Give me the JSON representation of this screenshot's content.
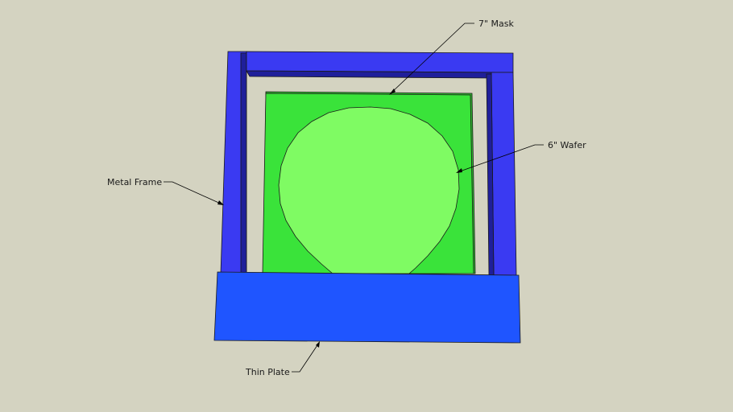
{
  "diagram": {
    "labels": {
      "mask": "7\" Mask",
      "wafer": "6\" Wafer",
      "frame": "Metal Frame",
      "plate": "Thin Plate"
    },
    "colors": {
      "background": "#d4d3c1",
      "frame_face": "#3a3af2",
      "frame_side": "#1f1f9a",
      "mask_face": "#3ae33a",
      "mask_edge": "#2fb82f",
      "wafer_face": "#7ffb63",
      "plate_face": "#1f55ff",
      "plate_side": "#1842c8"
    }
  }
}
